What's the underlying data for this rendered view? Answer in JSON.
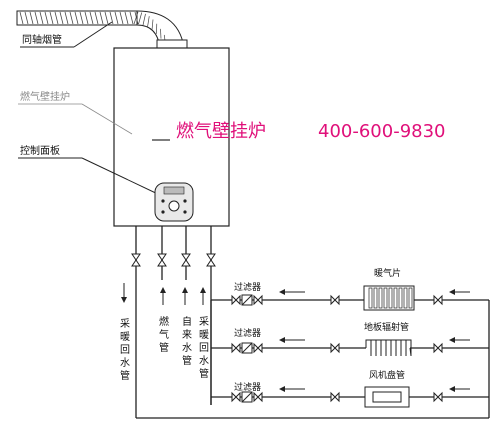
{
  "labels": {
    "flue_pipe": "同轴烟管",
    "boiler_body": "燃气壁挂炉",
    "control_panel": "控制面板",
    "heating_return_left": "采暖回水管",
    "gas_pipe": "燃气管",
    "tap_water_pipe": "自来水管",
    "heating_supply": "采暖回水管",
    "filter_1": "过滤器",
    "filter_2": "过滤器",
    "filter_3": "过滤器",
    "radiator": "暖气片",
    "floor_heating": "地板辐射管",
    "fan_coil": "风机盘管"
  },
  "brand": {
    "name": "燃气壁挂炉",
    "phone": "400-600-9830",
    "color": "#e0107a"
  },
  "colors": {
    "line": "#222222",
    "panel_fill": "#e9e9e9",
    "valve_fill": "#ffffff"
  }
}
